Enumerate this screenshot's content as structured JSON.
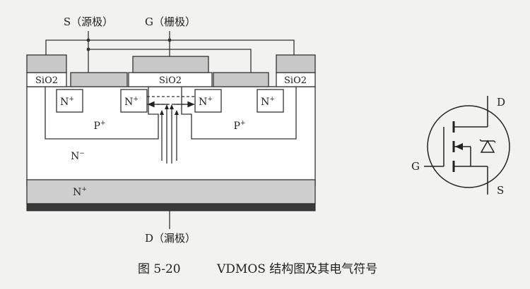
{
  "terminals": {
    "source": "S（源极）",
    "gate": "G（栅极）",
    "drain": "D（漏极）"
  },
  "regions": {
    "sio2_left": "SiO2",
    "sio2_center": "SiO2",
    "sio2_right": "SiO2",
    "n_plus": "N",
    "n_plus_sup": "+",
    "p_plus": "P",
    "p_plus_sup": "+",
    "n_minus": "N",
    "n_minus_sup": "−",
    "substrate": "N",
    "substrate_sup": "+"
  },
  "symbol": {
    "drain": "D",
    "gate": "G",
    "source": "S"
  },
  "caption": {
    "number": "图 5-20",
    "title": "VDMOS 结构图及其电气符号"
  },
  "colors": {
    "metal": "#c8c8c8",
    "oxide": "#ffffff",
    "silicon": "#ffffff",
    "substrate": "#cfcfcf",
    "metal_drain": "#3a3a3a",
    "line": "#333333"
  }
}
